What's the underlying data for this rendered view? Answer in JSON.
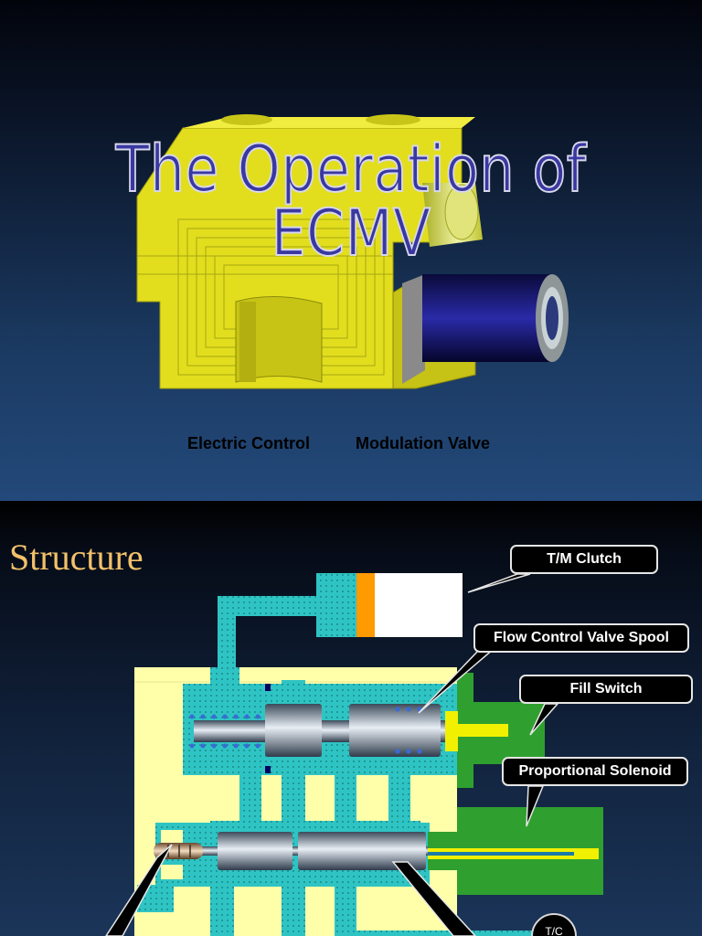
{
  "slide1": {
    "title": "The Operation of ECMV",
    "subtitle_left": "Electric Control",
    "subtitle_right": "Modulation Valve"
  },
  "slide2": {
    "heading": "Structure",
    "callouts": {
      "tm_clutch": "T/M Clutch",
      "flow_control_spool": "Flow Control Valve Spool",
      "fill_switch": "Fill Switch",
      "proportional_solenoid": "Proportional Solenoid",
      "tc": "T/C"
    }
  },
  "colors": {
    "title_fill": "#3a38a0",
    "valve_yellow": "#e0dc1e",
    "oil_cyan": "#2fc4c4",
    "housing_cream": "#ffffaa",
    "solenoid_green": "#2fa02f",
    "heading_gold": "#f2c16a"
  }
}
